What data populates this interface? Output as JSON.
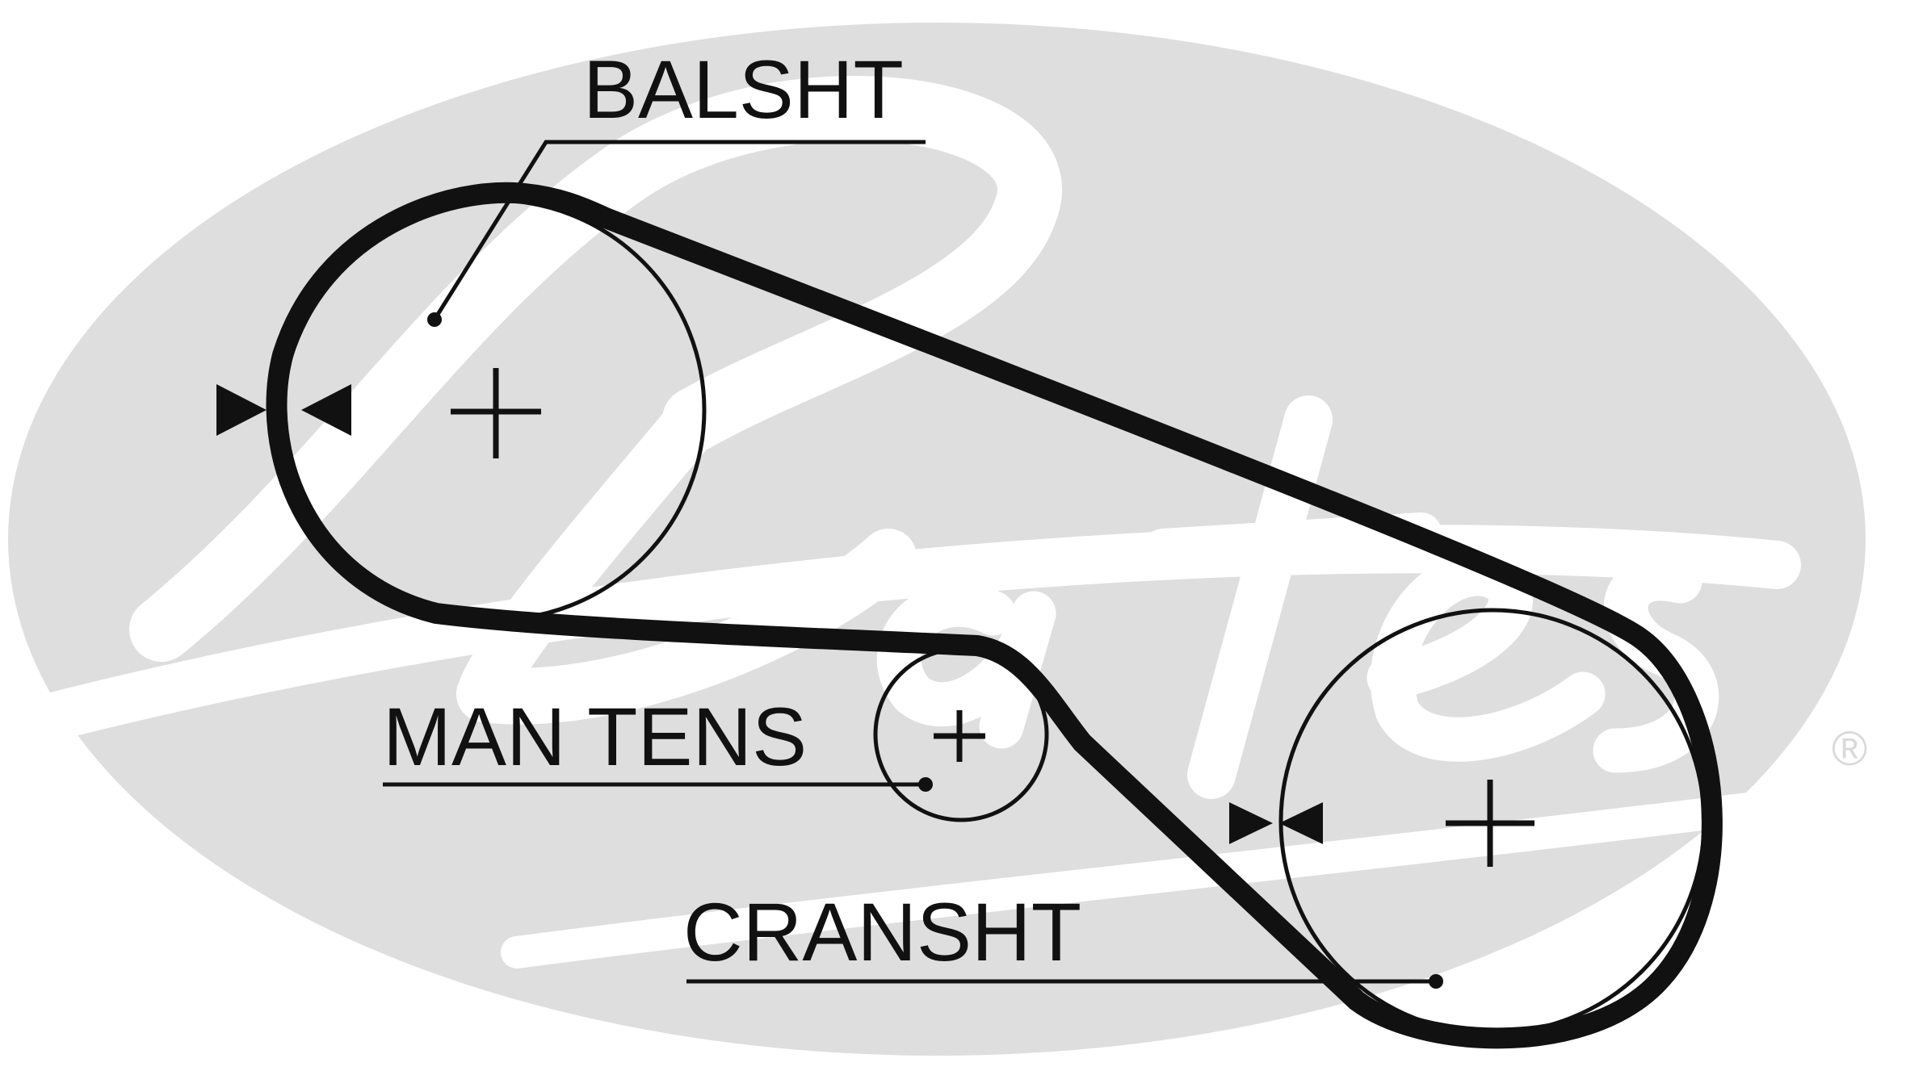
{
  "diagram": {
    "labels": {
      "balance_shaft": "BALSHT",
      "manual_tensioner": "MAN TENS",
      "crankshaft": "CRANSHT"
    },
    "watermark": {
      "brand_mark": "Gates",
      "registered_symbol": "®"
    },
    "colors": {
      "belt": "#111111",
      "pulley_outline": "#111111",
      "watermark": "#dedede",
      "background": "#ffffff"
    }
  }
}
